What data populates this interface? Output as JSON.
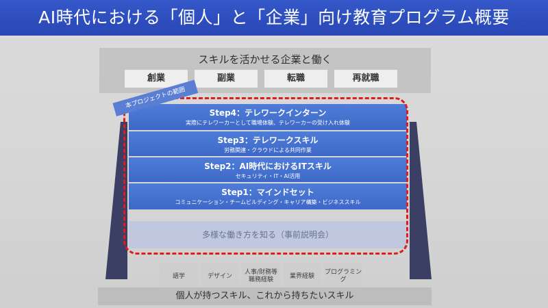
{
  "title": "AI時代における「個人」と「企業」向け教育プログラム概要",
  "top": {
    "heading": "スキルを活かせる企業と働く",
    "items": [
      "創業",
      "副業",
      "転職",
      "再就職"
    ]
  },
  "scope_label": "本プロジェクトの範囲",
  "steps": [
    {
      "title": "Step4：テレワークインターン",
      "sub": "実際にテレワーカーとして職場体験、テレワーカーの受け入れ体験"
    },
    {
      "title": "Step3：テレワークスキル",
      "sub": "労務関連・クラウドによる共同作業"
    },
    {
      "title": "Step2：AI時代におけるITスキル",
      "sub": "セキュリティ・IT・AI活用"
    },
    {
      "title": "Step1：マインドセット",
      "sub": "コミュニケーション・チームビルディング・キャリア構築・ビジネススキル"
    }
  ],
  "explain": "多様な働き方を知る（事前説明会）",
  "skills": [
    "語学",
    "デザイン",
    "人事/財務等\n職務経験",
    "業界経験",
    "プログラミン\nグ"
  ],
  "bottom": "個人が持つスキル、これから持ちたいスキル",
  "colors": {
    "title_bg": "#2f50c0",
    "step_bg": "#4672d0",
    "dash": "#e11a1a"
  }
}
